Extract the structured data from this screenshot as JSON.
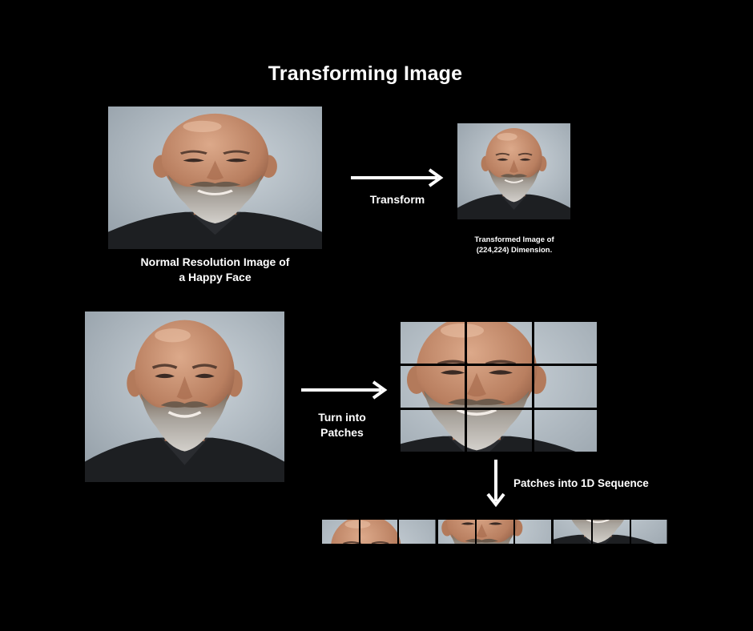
{
  "title": "Transforming Image",
  "original_caption_line1": "Normal Resolution Image of",
  "original_caption_line2": "a Happy Face",
  "transform_label": "Transform",
  "transformed_caption_line1": "Transformed Image of",
  "transformed_caption_line2": "(224,224) Dimension.",
  "patches_label_line1": "Turn into",
  "patches_label_line2": "Patches",
  "sequence_label": "Patches into 1D Sequence",
  "colors": {
    "background": "#000000",
    "text": "#ffffff",
    "photo_bg": "#b9c3cb",
    "skin": "#c48e6f",
    "beard": "#a7a29b",
    "shirt": "#1d1f22"
  }
}
